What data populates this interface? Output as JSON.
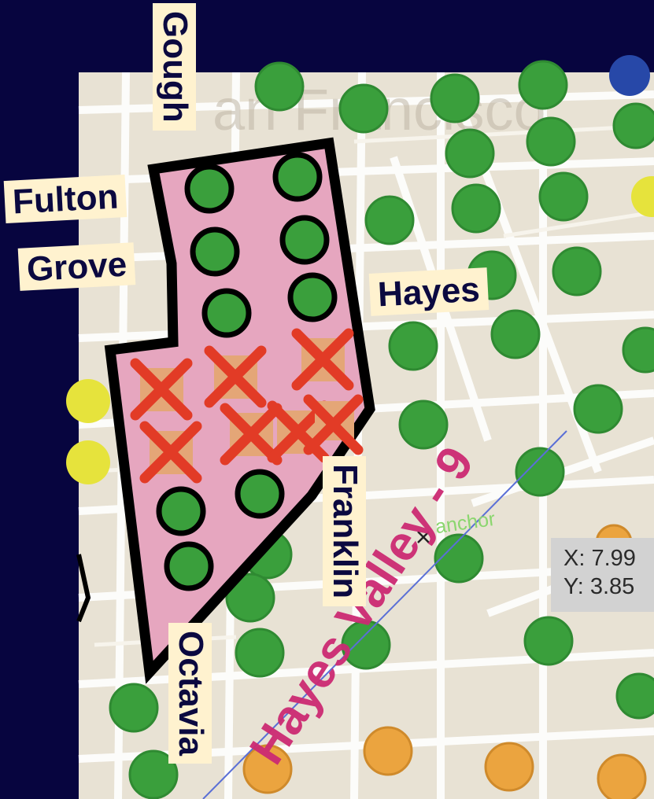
{
  "map": {
    "colors": {
      "background": "#07053f",
      "land": "#e8e2d4",
      "street": "#ffffff",
      "green_marker": "#3a9f3c",
      "orange_marker": "#eba43f",
      "yellow_marker": "#e6e33c",
      "blue_marker": "#2748a8",
      "highlight_zone": "#e6a6bf",
      "removed_marker": "#e4a677",
      "removed_x": "#e23b26",
      "district_label": "#cc2a73",
      "anchor_label": "#8bd66f"
    },
    "street_labels": {
      "gough": "Gough",
      "fulton": "Fulton",
      "grove": "Grove",
      "hayes": "Hayes",
      "franklin": "Franklin",
      "octavia": "Octavia"
    },
    "district_label": "Hayes Valley - 9",
    "anchor_label": "anchor",
    "coordinate_readout": {
      "x": "X: 7.99",
      "y": "Y: 3.85"
    },
    "icons": {
      "anchor": "crosshair-icon",
      "removed": "x-mark-icon"
    }
  }
}
